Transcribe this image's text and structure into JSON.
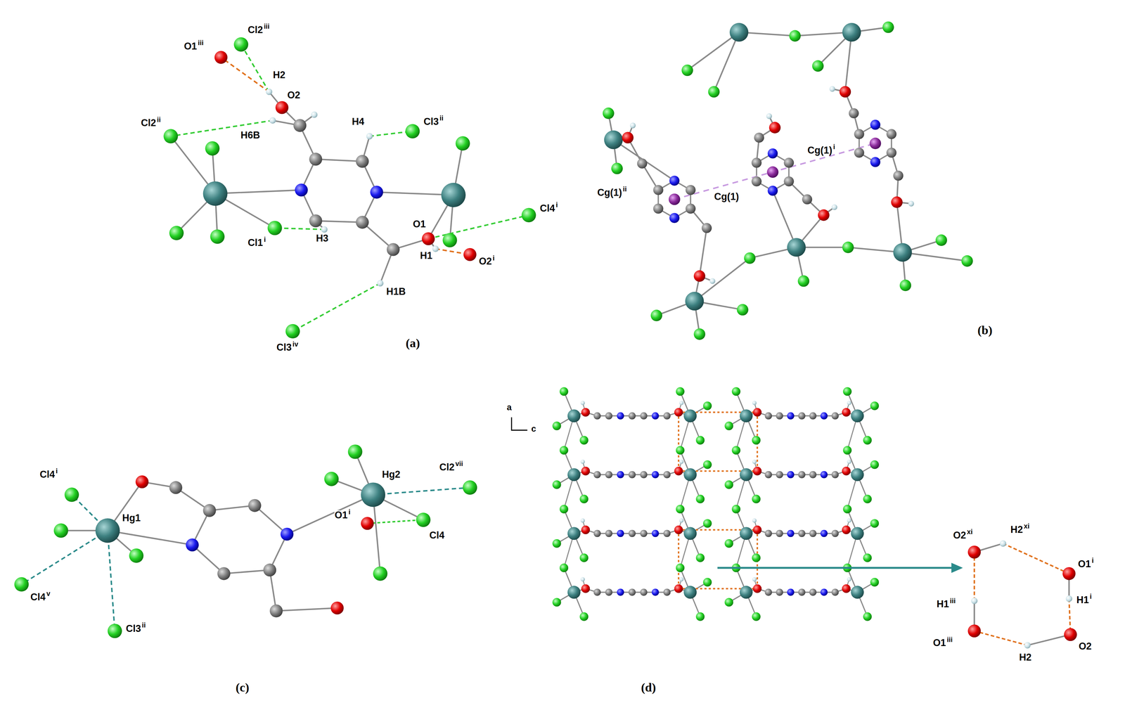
{
  "diagram": {
    "labels": [
      "O1",
      "iii",
      "Cl2",
      "iii",
      "H2",
      "O2",
      "Cl2",
      "ii",
      "H6B",
      "H4",
      "Cl3",
      "ii",
      "Cl1",
      "i",
      "H3",
      "O1",
      "Cl4",
      "i",
      "H1",
      "O2",
      "i",
      "H1B",
      "Cl3",
      "iv",
      "(a)",
      "Cg(1)",
      "ii",
      "Cg(1)",
      "Cg(1)",
      "i",
      "(b)",
      "Cl4",
      "i",
      "Hg1",
      "Cl4",
      "v",
      "Cl3",
      "ii",
      "Cl2",
      "vii",
      "Hg2",
      "O1",
      "i",
      "Cl4",
      "(c)",
      "a",
      "c",
      "O2",
      "xi",
      "H2",
      "xi",
      "O1",
      "i",
      "H1",
      "i",
      "H1",
      "iii",
      "O1",
      "iii",
      "H2",
      "O2",
      "(d)"
    ]
  }
}
